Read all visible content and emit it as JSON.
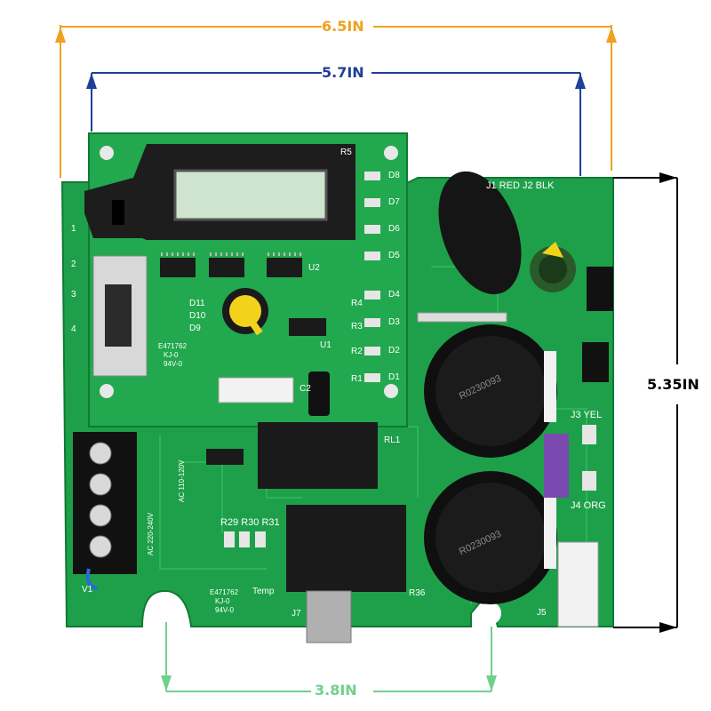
{
  "dimensions": {
    "overall_width": "6.5IN",
    "board_width": "5.7IN",
    "height": "5.35IN",
    "mount_spacing": "3.8IN"
  },
  "colors": {
    "overall_width_arrow": "#f0a11e",
    "board_width_arrow": "#1f3f9a",
    "height_arrow": "#000000",
    "mount_spacing_arrow": "#6fd08c",
    "pcb_green": "#1ea04a",
    "daughter_board_green": "#22a84e"
  },
  "silkscreen": {
    "leds": [
      "D8",
      "D7",
      "D6",
      "D5",
      "D4",
      "D3",
      "D2",
      "D1"
    ],
    "resistors_top": [
      "R5",
      "R4",
      "R3",
      "R2",
      "R1"
    ],
    "indicator_leds": [
      "D11",
      "D10",
      "D9"
    ],
    "chip_label": "U2",
    "connector_top": "J1 RED J2 BLK",
    "j3": "J3 YEL",
    "j4": "J4 ORG",
    "j5": "J5",
    "j7": "J7",
    "relay": "RL1",
    "resistors_bottom": "R29 R30 R31",
    "r36": "R36",
    "temp": "Temp",
    "ac_low": "AC 110-120V",
    "ac_high": "AC 220-240V",
    "cert_top": [
      "E471762",
      "KJ-0",
      "94V-0"
    ],
    "cert_bottom": [
      "E471762",
      "KJ-0",
      "94V-0"
    ],
    "v1": "V1",
    "pins": [
      "1",
      "2",
      "3",
      "4"
    ],
    "cap_top_code": "R0230093",
    "cap_bottom_code": "R0230093",
    "c2": "C2",
    "u1": "U1"
  }
}
